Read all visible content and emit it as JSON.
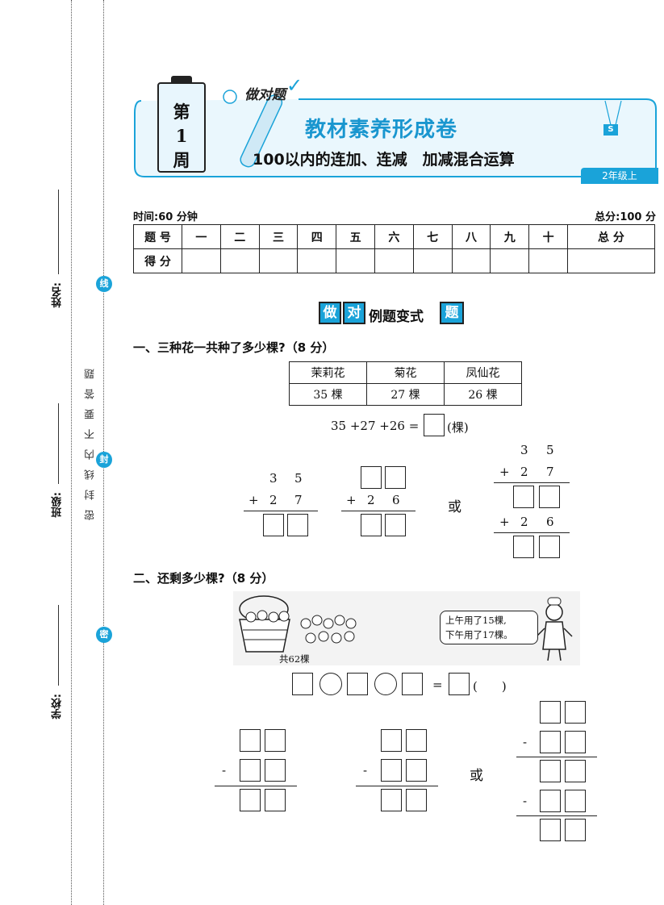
{
  "binding": {
    "name_label": "姓名:",
    "class_label": "班级:",
    "school_label": "学校:",
    "seals": [
      "线",
      "封",
      "密"
    ],
    "notice": "密封线内不要答题"
  },
  "header": {
    "week_label_top": "第",
    "week_number": "1",
    "week_label_bottom": "周",
    "tag": "做对题",
    "title": "教材素养形成卷",
    "subtitle": "100以内的连加、连减　加减混合运算",
    "grade": "2年级上",
    "medal": "S"
  },
  "exam_info": {
    "time": "时间:60 分钟",
    "total": "总分:100 分"
  },
  "score_table": {
    "header_label": "题 号",
    "columns": [
      "一",
      "二",
      "三",
      "四",
      "五",
      "六",
      "七",
      "八",
      "九",
      "十",
      "总 分"
    ],
    "score_label": "得 分"
  },
  "section_title": {
    "part1": "做",
    "part2": "对",
    "part3": "例题变式",
    "part4": "题"
  },
  "question1": {
    "title": "一、三种花一共种了多少棵?（8 分）",
    "headers": [
      "茉莉花",
      "菊花",
      "凤仙花"
    ],
    "values": [
      "35 棵",
      "27 棵",
      "26 棵"
    ],
    "equation_left": "35 +27 +26 =",
    "equation_unit": "(棵)",
    "calc1": {
      "top_tens": "3",
      "top_ones": "5",
      "op": "+",
      "mid_tens": "2",
      "mid_ones": "7"
    },
    "calc2": {
      "op": "+",
      "mid_tens": "2",
      "mid_ones": "6"
    },
    "or": "或",
    "calc3": {
      "top_tens": "3",
      "top_ones": "5",
      "op1": "+",
      "mid_tens": "2",
      "mid_ones": "7",
      "op2": "+",
      "low_tens": "2",
      "low_ones": "6"
    }
  },
  "question2": {
    "title": "二、还剩多少棵?（8 分）",
    "picture_caption": "共62棵",
    "bubble_line1": "上午用了15棵,",
    "bubble_line2": "下午用了17棵。",
    "equals": "=",
    "unit_paren": "(　　)",
    "minus": "-",
    "or": "或"
  }
}
